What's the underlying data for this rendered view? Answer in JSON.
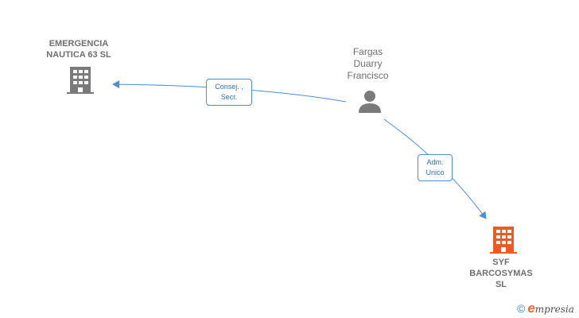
{
  "nodes": {
    "emergencia": {
      "name": "EMERGENCIA\nNAUTICA 63 SL",
      "icon": "building-icon",
      "color": "#7a7a7a"
    },
    "person": {
      "name": "Fargas\nDuarry\nFrancisco",
      "icon": "person-icon",
      "color": "#7a7a7a"
    },
    "syf": {
      "name": "SYF\nBARCOSYMAS\nSL",
      "icon": "building-icon",
      "color": "#ee5a24"
    }
  },
  "edges": [
    {
      "from": "person",
      "to": "emergencia",
      "label": "Consej. ,\nSecr."
    },
    {
      "from": "person",
      "to": "syf",
      "label": "Adm.\nUnico"
    }
  ],
  "colors": {
    "edge": "#4a90d9",
    "company_main": "#ee5a24",
    "company_other": "#7a7a7a"
  },
  "logo": {
    "copyright_symbol": "©",
    "brand_initial": "e",
    "brand_rest": "mpresia"
  }
}
